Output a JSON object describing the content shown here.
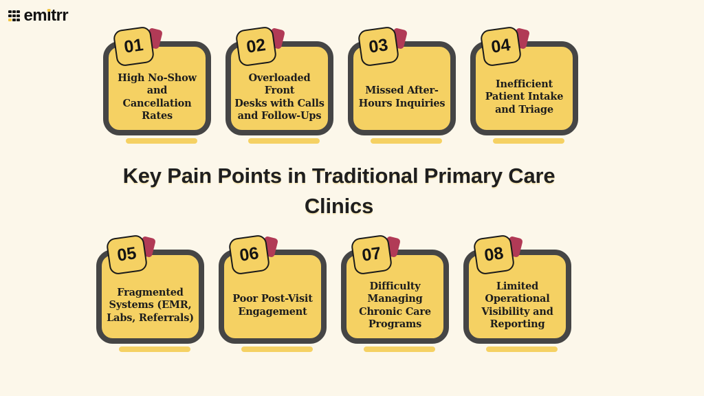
{
  "brand": {
    "name": "emitrr",
    "wordmark_pre": "em",
    "wordmark_i": "ı",
    "wordmark_post": "trr"
  },
  "title": {
    "text": "Key Pain Points in Traditional Primary Care Clinics",
    "lines": [
      "Key Pain Points in Traditional Primary Care",
      "Clinics"
    ]
  },
  "cards": [
    {
      "number": "01",
      "title": "High No-Show and Cancellation Rates",
      "lines": [
        "High No-Show",
        "and Cancellation",
        "Rates"
      ]
    },
    {
      "number": "02",
      "title": "Overloaded Front Desks with Calls and Follow-Ups",
      "lines": [
        "Overloaded Front",
        "Desks with Calls",
        "and Follow-Ups"
      ]
    },
    {
      "number": "03",
      "title": "Missed After-Hours Inquiries",
      "lines": [
        "Missed After-",
        "Hours Inquiries"
      ]
    },
    {
      "number": "04",
      "title": "Inefficient Patient Intake and Triage",
      "lines": [
        "Inefficient",
        "Patient Intake",
        "and Triage"
      ]
    },
    {
      "number": "05",
      "title": "Fragmented Systems (EMR, Labs, Referrals)",
      "lines": [
        "Fragmented",
        "Systems (EMR,",
        "Labs, Referrals)"
      ]
    },
    {
      "number": "06",
      "title": "Poor Post-Visit Engagement",
      "lines": [
        "Poor Post-Visit",
        "Engagement"
      ]
    },
    {
      "number": "07",
      "title": "Difficulty Managing Chronic Care Programs",
      "lines": [
        "Difficulty",
        "Managing",
        "Chronic Care",
        "Programs"
      ]
    },
    {
      "number": "08",
      "title": "Limited Operational Visibility and Reporting",
      "lines": [
        "Limited",
        "Operational",
        "Visibility and",
        "Reporting"
      ]
    }
  ],
  "colors": {
    "background": "#FCF7EA",
    "card_fill": "#F5D163",
    "card_border": "#454545",
    "badge_border": "#1A1A1A",
    "accent_pink": "#B13A56",
    "text_dark": "#1D1D1D",
    "logo_yellow": "#F0C545"
  }
}
